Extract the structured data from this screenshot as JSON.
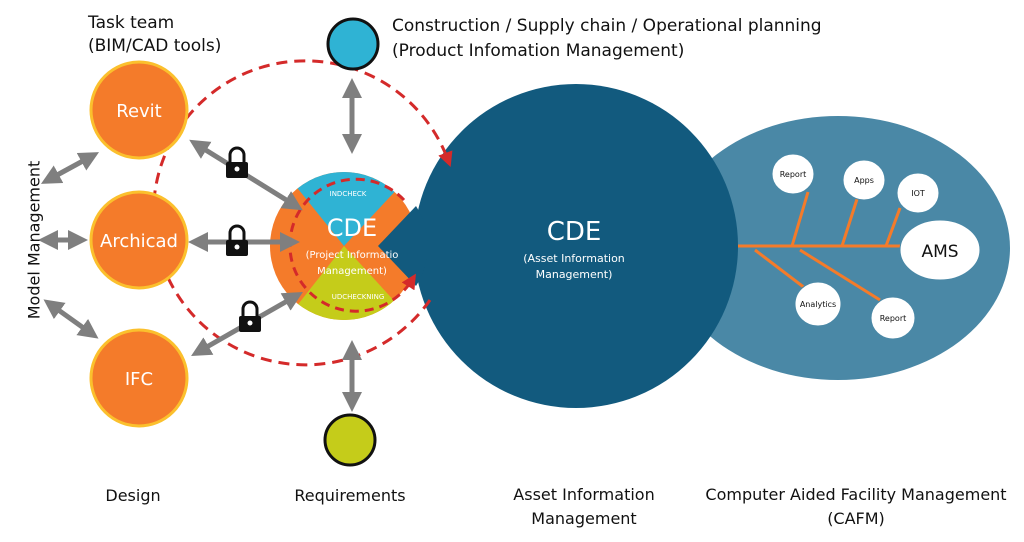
{
  "colors": {
    "orange": "#f47b2a",
    "orange_ring": "#fbc02d",
    "cyan": "#2fb3d4",
    "lime": "#c5cc1a",
    "navy": "#125a7e",
    "cafm_blue": "#4a88a6",
    "fishbone": "#f47b2a",
    "dashed": "#d42a2a",
    "arrow_gray": "#7f7f7f"
  },
  "labels": {
    "task_team_line1": "Task team",
    "task_team_line2": "(BIM/CAD tools)",
    "model_management": "Model Management",
    "top_line1": "Construction / Supply chain / Operational planning",
    "top_line2": "(Product Infomation Management)",
    "design": "Design",
    "requirements": "Requirements",
    "asset_line1": "Asset Information",
    "asset_line2": "Management",
    "cafm_line1": "Computer Aided Facility Management",
    "cafm_line2": "(CAFM)"
  },
  "tools": [
    {
      "name": "Revit"
    },
    {
      "name": "Archicad"
    },
    {
      "name": "IFC"
    }
  ],
  "pim_cde": {
    "title": "CDE",
    "sub_line1": "(Project Informatio",
    "sub_line2": "Management)",
    "top_segment": "INDCHECK",
    "bottom_segment": "UDCHECKNING"
  },
  "aim_cde": {
    "title": "CDE",
    "sub_line1": "(Asset Information",
    "sub_line2": "Management)"
  },
  "cafm": {
    "hub": "AMS",
    "nodes": [
      "Report",
      "Apps",
      "IOT",
      "Analytics",
      "Report"
    ]
  },
  "icons": [
    "lock-icon",
    "double-arrow-icon"
  ]
}
